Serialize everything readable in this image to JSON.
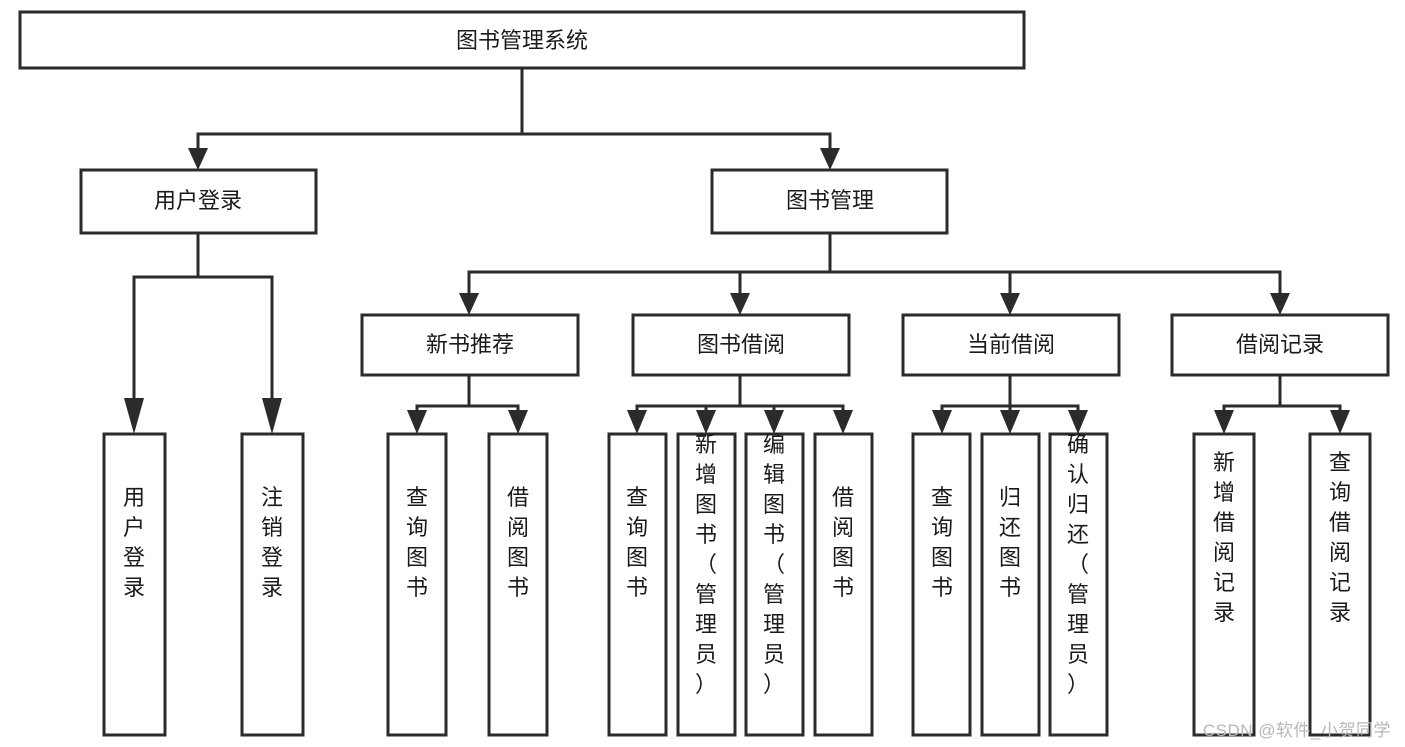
{
  "diagram": {
    "type": "tree-hierarchy",
    "title": "图书管理系统",
    "watermark": "CSDN @软件_小贺同学",
    "colors": {
      "stroke": "#2b2b2b",
      "fill": "#ffffff",
      "text": "#1a1a1a",
      "watermark": "#b7b7b7",
      "background": "#ffffff"
    },
    "root": {
      "label": "图书管理系统",
      "orientation": "horizontal"
    },
    "level2": [
      {
        "label": "用户登录",
        "orientation": "horizontal"
      },
      {
        "label": "图书管理",
        "orientation": "horizontal"
      }
    ],
    "level3": [
      {
        "label": "新书推荐",
        "orientation": "horizontal"
      },
      {
        "label": "图书借阅",
        "orientation": "horizontal"
      },
      {
        "label": "当前借阅",
        "orientation": "horizontal"
      },
      {
        "label": "借阅记录",
        "orientation": "horizontal"
      }
    ],
    "leaves": {
      "user_login": [
        {
          "label": "用户登录",
          "orientation": "vertical"
        },
        {
          "label": "注销登录",
          "orientation": "vertical"
        }
      ],
      "new_book_recommend": [
        {
          "label": "查询图书",
          "orientation": "vertical"
        },
        {
          "label": "借阅图书",
          "orientation": "vertical"
        }
      ],
      "book_borrow": [
        {
          "label": "查询图书",
          "orientation": "vertical"
        },
        {
          "label": "新增图书（管理员）",
          "orientation": "vertical"
        },
        {
          "label": "编辑图书（管理员）",
          "orientation": "vertical"
        },
        {
          "label": "借阅图书",
          "orientation": "vertical"
        }
      ],
      "current_borrow": [
        {
          "label": "查询图书",
          "orientation": "vertical"
        },
        {
          "label": "归还图书",
          "orientation": "vertical"
        },
        {
          "label": "确认归还（管理员）",
          "orientation": "vertical"
        }
      ],
      "borrow_record": [
        {
          "label": "新增借阅记录",
          "orientation": "vertical"
        },
        {
          "label": "查询借阅记录",
          "orientation": "vertical"
        }
      ]
    }
  }
}
